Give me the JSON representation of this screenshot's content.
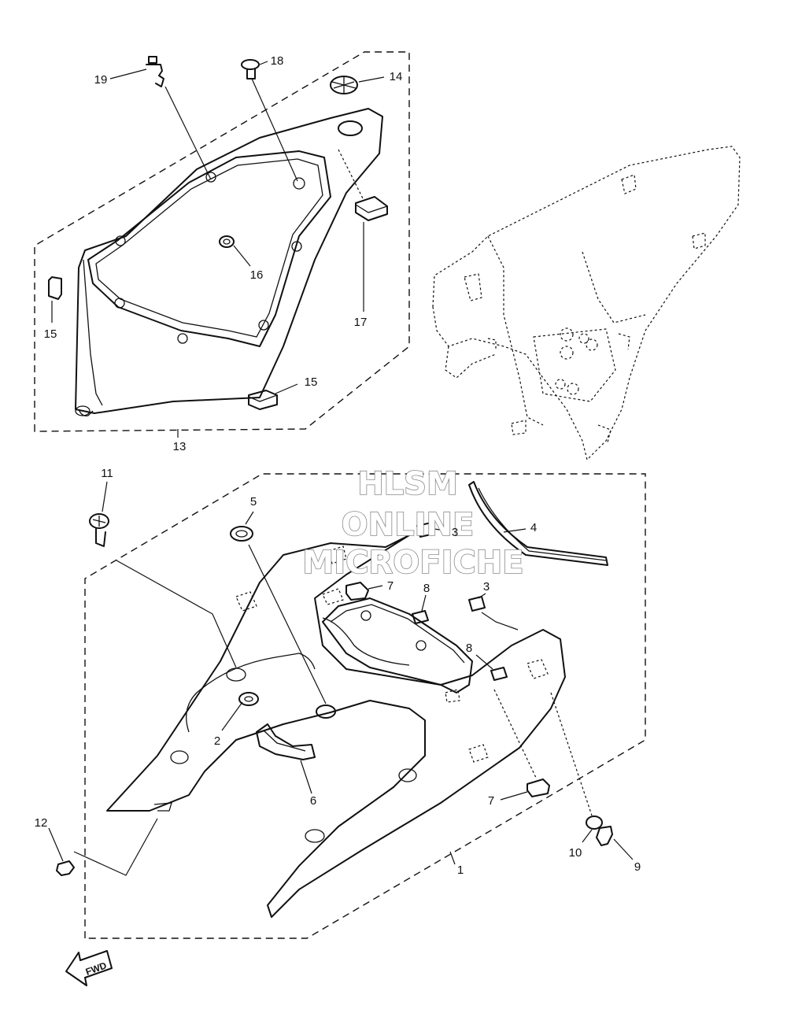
{
  "callouts": [
    {
      "id": "c19",
      "text": "19"
    },
    {
      "id": "c18",
      "text": "18"
    },
    {
      "id": "c14",
      "text": "14"
    },
    {
      "id": "c16",
      "text": "16"
    },
    {
      "id": "c15a",
      "text": "15"
    },
    {
      "id": "c17",
      "text": "17"
    },
    {
      "id": "c15b",
      "text": "15"
    },
    {
      "id": "c13",
      "text": "13"
    },
    {
      "id": "c11",
      "text": "11"
    },
    {
      "id": "c5",
      "text": "5"
    },
    {
      "id": "c4",
      "text": "4"
    },
    {
      "id": "c3a",
      "text": "3"
    },
    {
      "id": "c7a",
      "text": "7"
    },
    {
      "id": "c8a",
      "text": "8"
    },
    {
      "id": "c3b",
      "text": "3"
    },
    {
      "id": "c8b",
      "text": "8"
    },
    {
      "id": "c2",
      "text": "2"
    },
    {
      "id": "c6",
      "text": "6"
    },
    {
      "id": "c7b",
      "text": "7"
    },
    {
      "id": "c12",
      "text": "12"
    },
    {
      "id": "c10",
      "text": "10"
    },
    {
      "id": "c9",
      "text": "9"
    },
    {
      "id": "c1",
      "text": "1"
    }
  ],
  "watermark": {
    "line1": "HLSM",
    "line2": "ONLINE",
    "line3": "MICROFICHE"
  },
  "fwd_label": "FWD",
  "colors": {
    "line": "#111111",
    "watermark_stroke": "#8a8a8a",
    "background": "#ffffff"
  }
}
